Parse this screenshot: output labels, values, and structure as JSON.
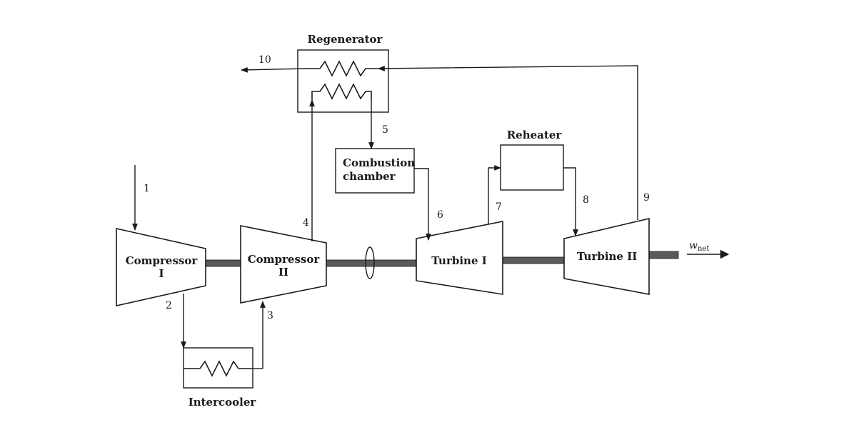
{
  "components": {
    "regenerator": "Regenerator",
    "combustion_chamber_line1": "Combustion",
    "combustion_chamber_line2": "chamber",
    "reheater": "Reheater",
    "intercooler": "Intercooler",
    "compressor1_line1": "Compressor",
    "compressor1_line2": "I",
    "compressor2_line1": "Compressor",
    "compressor2_line2": "II",
    "turbine1": "Turbine I",
    "turbine2": "Turbine II",
    "work_symbol": "w",
    "work_subscript": "net"
  },
  "states": [
    "1",
    "2",
    "3",
    "4",
    "5",
    "6",
    "7",
    "8",
    "9",
    "10"
  ]
}
